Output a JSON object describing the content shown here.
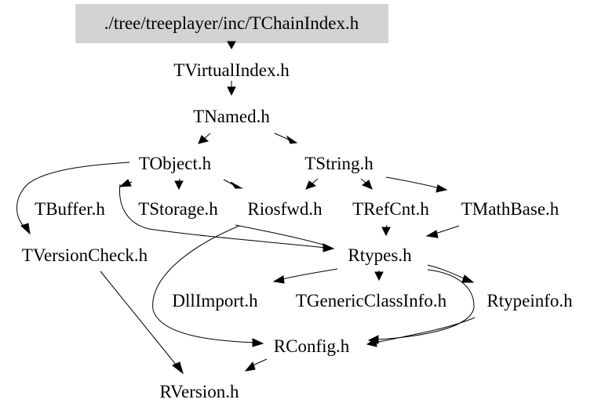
{
  "nodes": {
    "root": "./tree/treeplayer/inc/TChainIndex.h",
    "tvirtualindex": "TVirtualIndex.h",
    "tnamed": "TNamed.h",
    "tobject": "TObject.h",
    "tstring": "TString.h",
    "tbuffer": "TBuffer.h",
    "tstorage": "TStorage.h",
    "riosfwd": "Riosfwd.h",
    "trefcnt": "TRefCnt.h",
    "tmathbase": "TMathBase.h",
    "tversioncheck": "TVersionCheck.h",
    "rtypes": "Rtypes.h",
    "dllimport": "DllImport.h",
    "tgenericclassinfo": "TGenericClassInfo.h",
    "rtypeinfo": "Rtypeinfo.h",
    "rconfig": "RConfig.h",
    "rversion": "RVersion.h"
  },
  "colors": {
    "root_fill": "#d3d3d3",
    "edge": "#000000",
    "text": "#000000"
  }
}
